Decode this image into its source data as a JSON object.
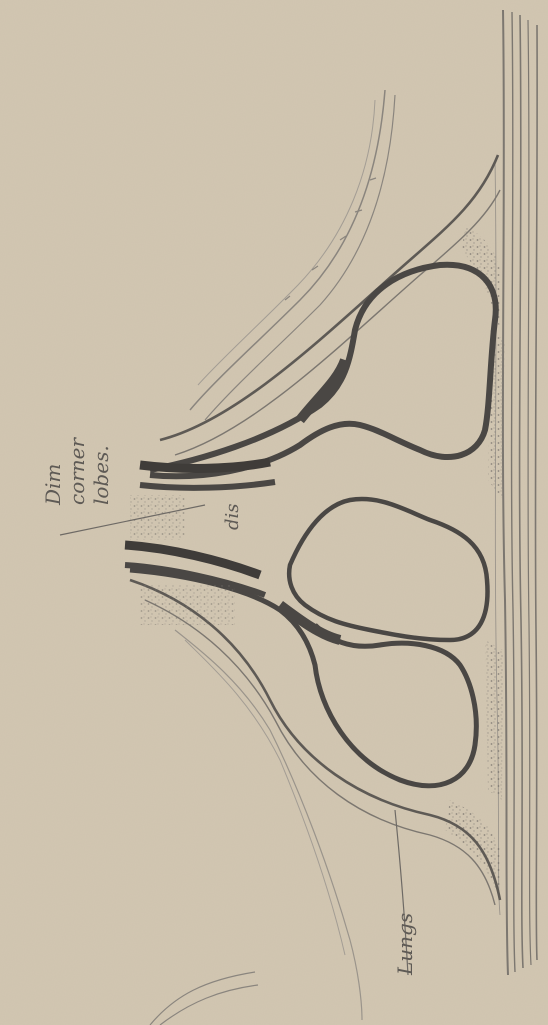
{
  "paper_color": "#d2c6b1",
  "pencil_dark": "#4a4744",
  "pencil_mid": "#6e6a65",
  "pencil_light": "#9a948b",
  "annotations": {
    "opening_label": {
      "line1": "Dim",
      "line2": "corner",
      "line3": "lobes."
    },
    "center_label": "dis",
    "lower_label": "Lungs"
  }
}
